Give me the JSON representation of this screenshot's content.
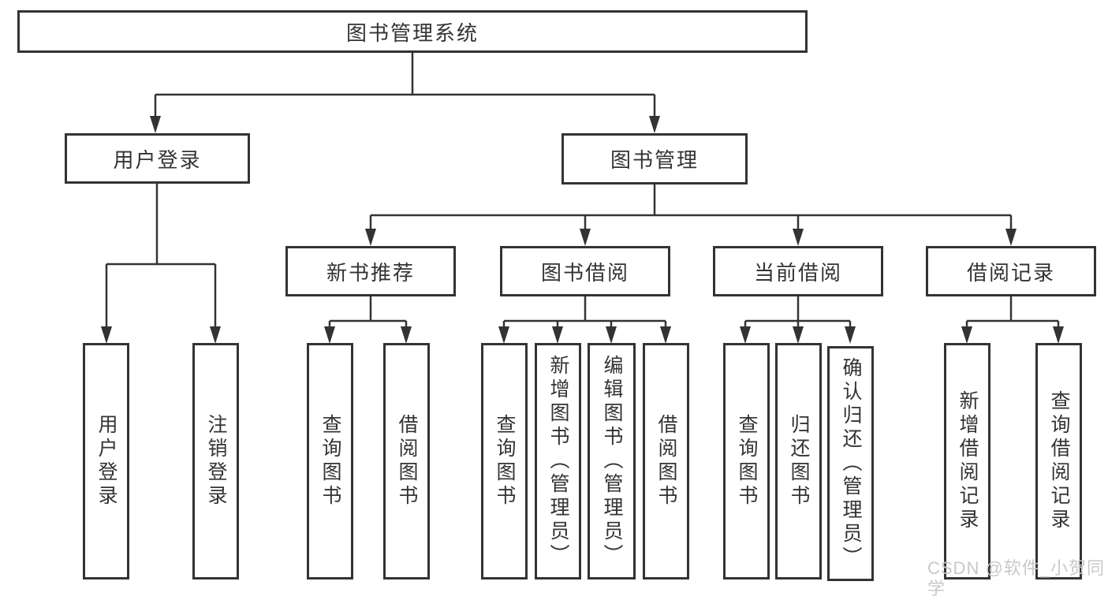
{
  "tree": {
    "label": "图书管理系统",
    "children": [
      {
        "label": "用户登录",
        "children": [
          {
            "label": "用户登录"
          },
          {
            "label": "注销登录"
          }
        ]
      },
      {
        "label": "图书管理",
        "children": [
          {
            "label": "新书推荐",
            "children": [
              {
                "label": "查询图书"
              },
              {
                "label": "借阅图书"
              }
            ]
          },
          {
            "label": "图书借阅",
            "children": [
              {
                "label": "查询图书"
              },
              {
                "label": "新增图书（管理员）"
              },
              {
                "label": "编辑图书（管理员）"
              },
              {
                "label": "借阅图书"
              }
            ]
          },
          {
            "label": "当前借阅",
            "children": [
              {
                "label": "查询图书"
              },
              {
                "label": "归还图书"
              },
              {
                "label": "确认归还（管理员）"
              }
            ]
          },
          {
            "label": "借阅记录",
            "children": [
              {
                "label": "新增借阅记录"
              },
              {
                "label": "查询借阅记录"
              }
            ]
          }
        ]
      }
    ]
  },
  "watermark": "CSDN @软件_小贺同学",
  "colors": {
    "line": "#333333",
    "text": "#333333",
    "watermark": "#c8c8cc",
    "bg": "#ffffff"
  }
}
